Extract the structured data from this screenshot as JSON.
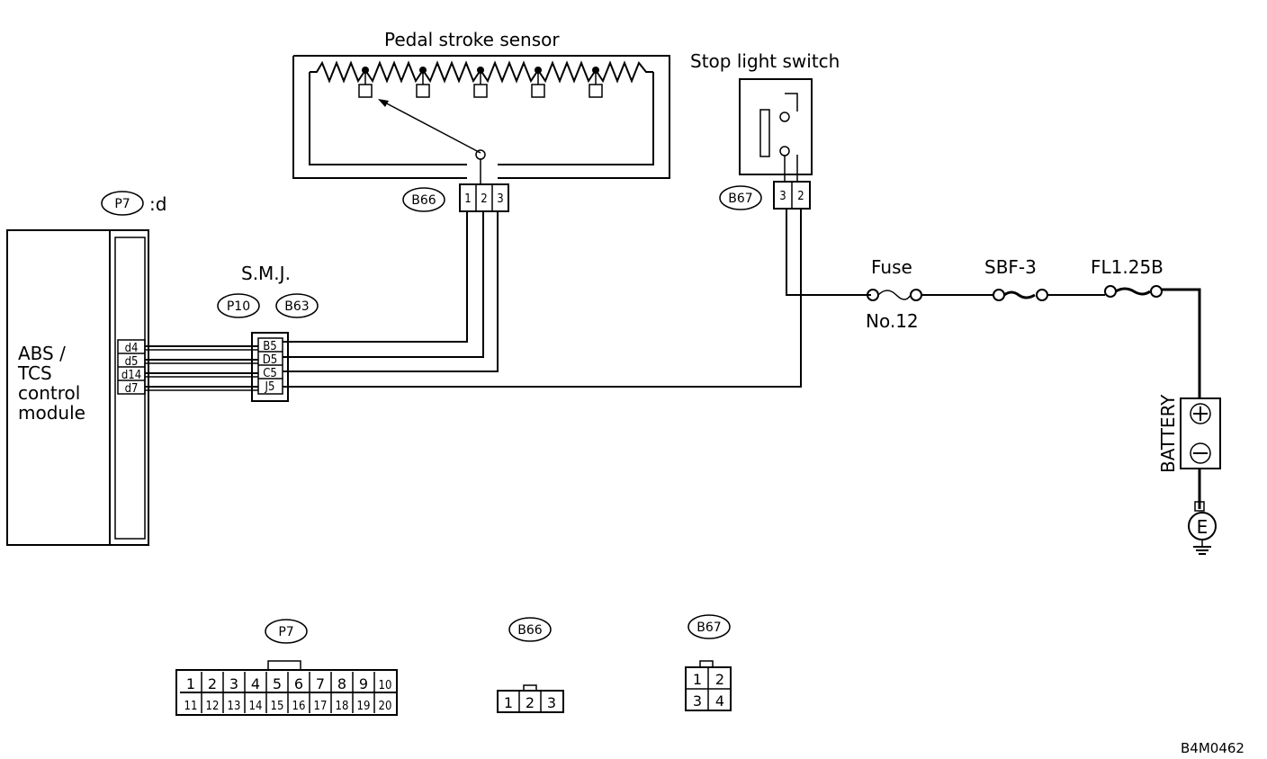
{
  "components": {
    "pedal_sensor": "Pedal stroke sensor",
    "stop_switch": "Stop light switch",
    "module_line1": "ABS /",
    "module_line2": "TCS",
    "module_line3": "control",
    "module_line4": "module",
    "smj": "S.M.J.",
    "fuse": "Fuse",
    "fuse_no": "No.12",
    "sbf": "SBF-3",
    "fl": "FL1.25B",
    "battery": "BATTERY",
    "ground": "E",
    "plus": "+",
    "minus": "−"
  },
  "connectors": {
    "p7_d": "P7",
    "p7_suffix": ":d",
    "p10": "P10",
    "b63": "B63",
    "b66": "B66",
    "b67": "B67",
    "p7_bottom": "P7",
    "b66_bottom": "B66",
    "b67_bottom": "B67"
  },
  "module_pins": [
    "d4",
    "d5",
    "d14",
    "d7"
  ],
  "smj_pins": [
    "B5",
    "D5",
    "C5",
    "J5"
  ],
  "b66_pins": [
    "1",
    "2",
    "3"
  ],
  "b67_pins_top": [
    "3",
    "2"
  ],
  "p7_pins_row1": [
    "1",
    "2",
    "3",
    "4",
    "5",
    "6",
    "7",
    "8",
    "9",
    "10"
  ],
  "p7_pins_row2": [
    "11",
    "12",
    "13",
    "14",
    "15",
    "16",
    "17",
    "18",
    "19",
    "20"
  ],
  "b66_face": [
    "1",
    "2",
    "3"
  ],
  "b67_face_row1": [
    "1",
    "2"
  ],
  "b67_face_row2": [
    "3",
    "4"
  ],
  "figure_id": "B4M0462"
}
